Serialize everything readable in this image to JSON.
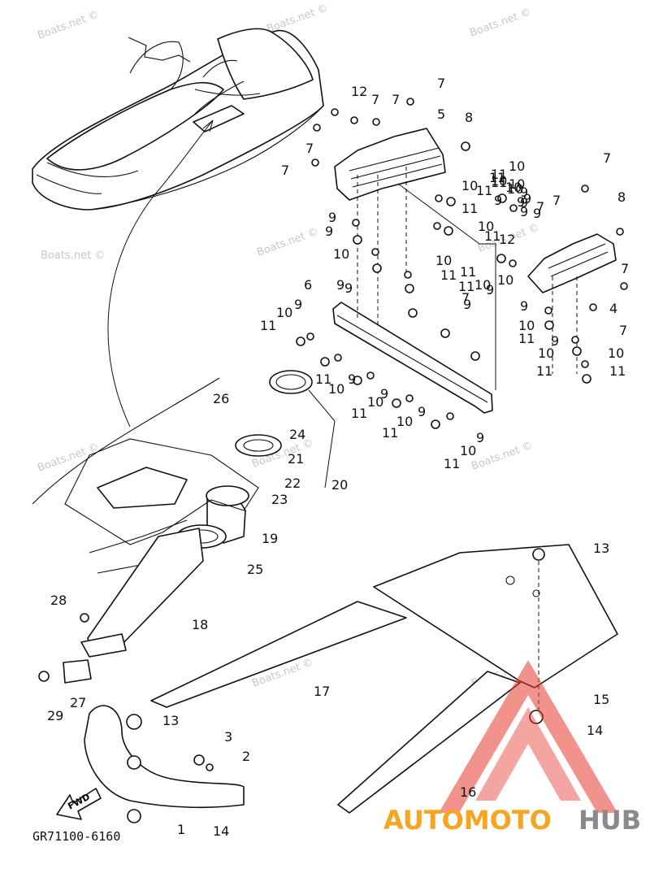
{
  "watermarks": [
    "Boats.net ©",
    "Boats.net ©",
    "Boats.net ©",
    "Boats.net ©",
    "Boats.net ©",
    "Boats.net ©",
    "Boats.net ©",
    "Boats.net ©",
    "Boats.net ©",
    "Boats.net ©"
  ],
  "fwd_label": "FWD",
  "diagram_code": "GR71100-6160",
  "brand": {
    "part1": "AUTOMOTO",
    "part2": "HUB",
    "color1": "#f4a623",
    "color2": "#8a8a8a",
    "triangle_color": "#e8382e"
  },
  "callouts": [
    "12",
    "7",
    "7",
    "7",
    "5",
    "8",
    "7",
    "7",
    "10",
    "11",
    "10",
    "9",
    "9",
    "10",
    "11",
    "9",
    "9",
    "10",
    "11",
    "7",
    "8",
    "11",
    "9",
    "10",
    "9",
    "9",
    "7",
    "12",
    "10",
    "11",
    "7",
    "11",
    "10",
    "9",
    "9",
    "10",
    "11",
    "10",
    "9",
    "9",
    "7",
    "11",
    "10",
    "9",
    "11",
    "10",
    "9",
    "4",
    "7",
    "9",
    "10",
    "11",
    "10",
    "11",
    "9",
    "10",
    "11",
    "6",
    "11",
    "10",
    "9",
    "7",
    "26",
    "11",
    "10",
    "9",
    "11",
    "10",
    "9",
    "11",
    "10",
    "9",
    "11",
    "10",
    "9",
    "24",
    "21",
    "20",
    "22",
    "23",
    "19",
    "25",
    "28",
    "18",
    "13",
    "17",
    "15",
    "27",
    "29",
    "13",
    "3",
    "2",
    "14",
    "16",
    "1",
    "14"
  ]
}
